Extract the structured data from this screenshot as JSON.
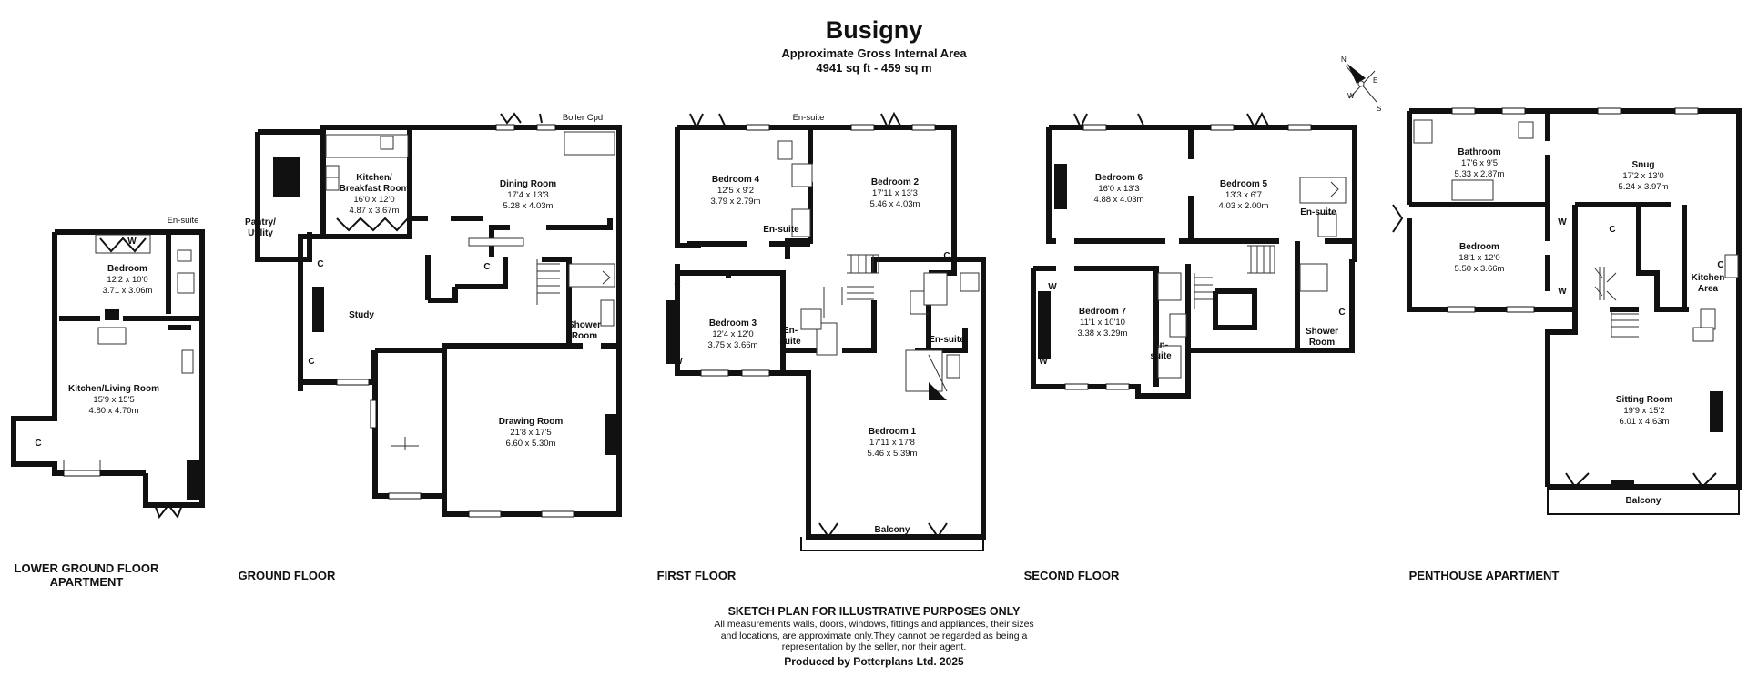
{
  "header": {
    "title": "Busigny",
    "area_label": "Approximate Gross Internal Area",
    "area_value": "4941 sq ft - 459 sq m"
  },
  "compass": {
    "n": "N",
    "e": "E",
    "s": "S",
    "w": "W"
  },
  "floors": {
    "lower_ground": {
      "label_line1": "LOWER GROUND FLOOR",
      "label_line2": "APARTMENT",
      "rooms": {
        "bedroom": {
          "name": "Bedroom",
          "imperial": "12'2 x 10'0",
          "metric": "3.71 x 3.06m"
        },
        "kitchen_living": {
          "name": "Kitchen/Living Room",
          "imperial": "15'9 x 15'5",
          "metric": "4.80 x 4.70m"
        },
        "ensuite": "En-suite",
        "cupboard": "C",
        "wardrobe": "W"
      }
    },
    "ground": {
      "label": "GROUND FLOOR",
      "rooms": {
        "kitchen": {
          "name_line1": "Kitchen/",
          "name_line2": "Breakfast Room",
          "imperial": "16'0 x 12'0",
          "metric": "4.87 x 3.67m"
        },
        "dining": {
          "name": "Dining Room",
          "imperial": "17'4 x 13'3",
          "metric": "5.28 x 4.03m"
        },
        "pantry_line1": "Pantry/",
        "pantry_line2": "Utility",
        "study": "Study",
        "shower_line1": "Shower",
        "shower_line2": "Room",
        "drawing": {
          "name": "Drawing Room",
          "imperial": "21'8 x 17'5",
          "metric": "6.60 x 5.30m"
        },
        "boiler": "Boiler Cpd",
        "cupboard": "C"
      }
    },
    "first": {
      "label": "FIRST FLOOR",
      "rooms": {
        "ensuite_top": "En-suite",
        "bedroom4": {
          "name": "Bedroom 4",
          "imperial": "12'5 x 9'2",
          "metric": "3.79 x 2.79m"
        },
        "bedroom2": {
          "name": "Bedroom 2",
          "imperial": "17'11 x 13'3",
          "metric": "5.46 x 4.03m"
        },
        "ensuite_mid": "En-suite",
        "bedroom3": {
          "name": "Bedroom 3",
          "imperial": "12'4 x 12'0",
          "metric": "3.75 x 3.66m"
        },
        "ensuite_b3_line1": "En-",
        "ensuite_b3_line2": "suite",
        "ensuite_right": "En-suite",
        "bedroom1": {
          "name": "Bedroom 1",
          "imperial": "17'11 x 17'8",
          "metric": "5.46 x 5.39m"
        },
        "balcony": "Balcony",
        "cupboard": "C",
        "wardrobe": "W"
      }
    },
    "second": {
      "label": "SECOND FLOOR",
      "rooms": {
        "bedroom6": {
          "name": "Bedroom 6",
          "imperial": "16'0 x 13'3",
          "metric": "4.88 x 4.03m"
        },
        "bedroom5": {
          "name": "Bedroom 5",
          "imperial": "13'3 x 6'7",
          "metric": "4.03 x 2.00m"
        },
        "ensuite": "En-suite",
        "bedroom7": {
          "name": "Bedroom 7",
          "imperial": "11'1 x 10'10",
          "metric": "3.38 x 3.29m"
        },
        "ensuite_b7_line1": "En-",
        "ensuite_b7_line2": "suite",
        "shower_line1": "Shower",
        "shower_line2": "Room",
        "cupboard": "C",
        "wardrobe": "W"
      }
    },
    "penthouse": {
      "label": "PENTHOUSE APARTMENT",
      "rooms": {
        "bathroom": {
          "name": "Bathroom",
          "imperial": "17'6 x 9'5",
          "metric": "5.33 x 2.87m"
        },
        "snug": {
          "name": "Snug",
          "imperial": "17'2 x 13'0",
          "metric": "5.24 x 3.97m"
        },
        "bedroom": {
          "name": "Bedroom",
          "imperial": "18'1 x 12'0",
          "metric": "5.50 x 3.66m"
        },
        "kitchen_line1": "Kitchen",
        "kitchen_line2": "Area",
        "sitting": {
          "name": "Sitting Room",
          "imperial": "19'9 x 15'2",
          "metric": "6.01 x 4.63m"
        },
        "balcony": "Balcony",
        "cupboard": "C",
        "wardrobe": "W"
      }
    }
  },
  "footer": {
    "heading": "SKETCH PLAN FOR ILLUSTRATIVE PURPOSES ONLY",
    "line1": "All measurements walls, doors, windows, fittings and appliances, their sizes",
    "line2": "and locations, are approximate only.They cannot be regarded as being a",
    "line3": "representation by the seller, nor their agent.",
    "producer": "Produced by Potterplans Ltd. 2025"
  }
}
